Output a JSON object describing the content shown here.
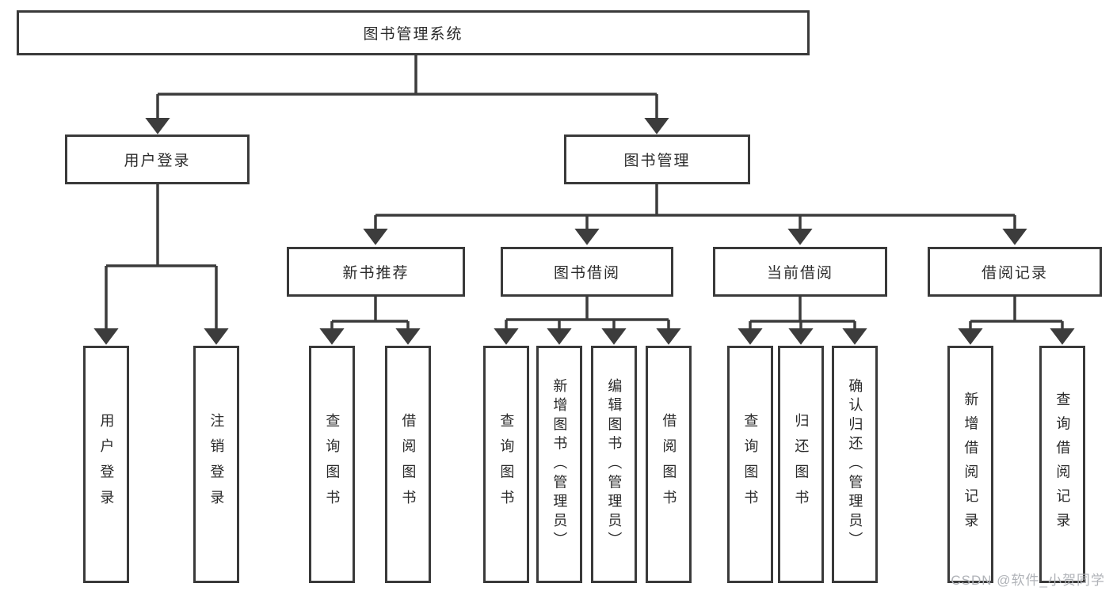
{
  "diagram": {
    "root": {
      "label": "图书管理系统"
    },
    "level2": [
      {
        "label": "用户登录"
      },
      {
        "label": "图书管理"
      }
    ],
    "level3": [
      {
        "label": "新书推荐"
      },
      {
        "label": "图书借阅"
      },
      {
        "label": "当前借阅"
      },
      {
        "label": "借阅记录"
      }
    ],
    "leaves": {
      "user_login": [
        {
          "label": "用户登录"
        },
        {
          "label": "注销登录"
        }
      ],
      "new_book": [
        {
          "label": "查询图书"
        },
        {
          "label": "借阅图书"
        }
      ],
      "book_borrow": [
        {
          "label": "查询图书"
        },
        {
          "label": "新增图书（管理员）"
        },
        {
          "label": "编辑图书（管理员）"
        },
        {
          "label": "借阅图书"
        }
      ],
      "current_borrow": [
        {
          "label": "查询图书"
        },
        {
          "label": "归还图书"
        },
        {
          "label": "确认归还（管理员）"
        }
      ],
      "records": [
        {
          "label": "新增借阅记录"
        },
        {
          "label": "查询借阅记录"
        }
      ]
    }
  },
  "watermark": "CSDN @软件_小贺同学",
  "colors": {
    "line": "#3c3c3c",
    "border": "#3a3a3a",
    "text": "#2b2b2b",
    "watermark": "#b0b3b8",
    "background": "#ffffff"
  }
}
